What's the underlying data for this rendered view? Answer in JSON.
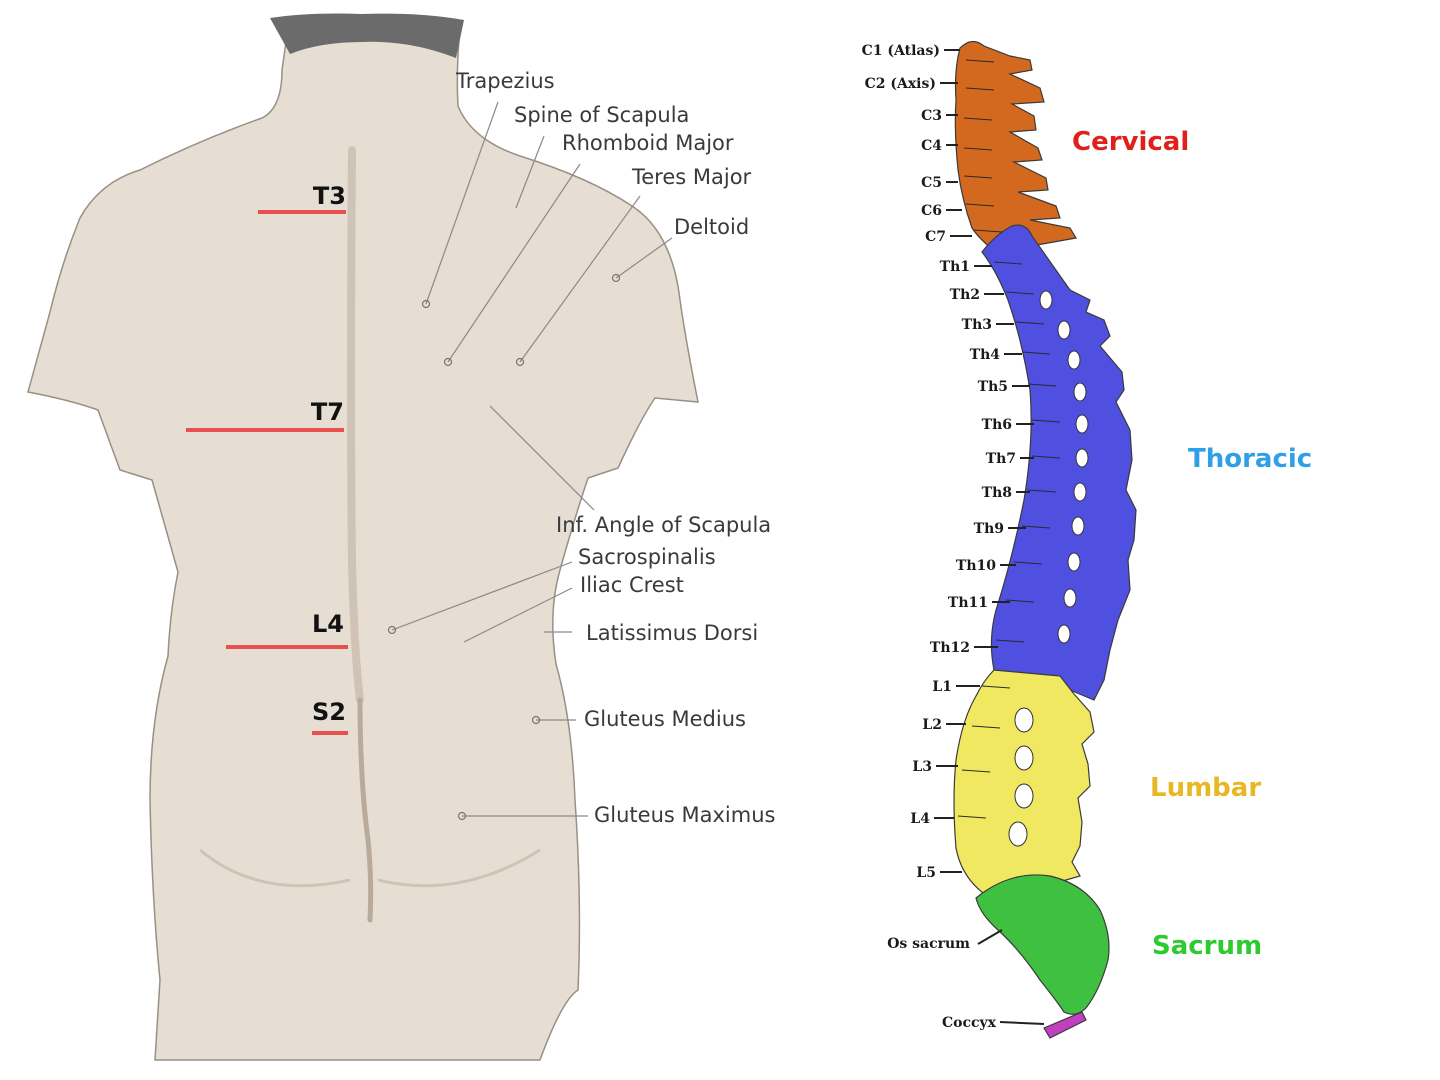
{
  "colors": {
    "skin": "#e6ddd3",
    "skin_shadow": "#cfc3b6",
    "hair": "#6b6b6b",
    "level_line": "#e8504f",
    "cervical": "#d2691e",
    "thoracic": "#5050e0",
    "lumbar": "#f0e860",
    "sacrum": "#40c040",
    "coccyx": "#c040c0",
    "cervical_label": "#e0201a",
    "thoracic_label": "#2fa0e8",
    "lumbar_label": "#e8b824",
    "sacrum_label": "#2ecb30"
  },
  "back": {
    "levels": [
      {
        "label": "T3"
      },
      {
        "label": "T7"
      },
      {
        "label": "L4"
      },
      {
        "label": "S2"
      }
    ],
    "muscles": [
      {
        "label": "Trapezius"
      },
      {
        "label": "Spine of Scapula"
      },
      {
        "label": "Rhomboid Major"
      },
      {
        "label": "Teres Major"
      },
      {
        "label": "Deltoid"
      },
      {
        "label": "Inf. Angle of Scapula"
      },
      {
        "label": "Sacrospinalis"
      },
      {
        "label": "Iliac Crest"
      },
      {
        "label": "Latissimus Dorsi"
      },
      {
        "label": "Gluteus Medius"
      },
      {
        "label": "Gluteus Maximus"
      }
    ]
  },
  "spine": {
    "vertebrae": [
      {
        "label": "C1 (Atlas)"
      },
      {
        "label": "C2 (Axis)"
      },
      {
        "label": "C3"
      },
      {
        "label": "C4"
      },
      {
        "label": "C5"
      },
      {
        "label": "C6"
      },
      {
        "label": "C7"
      },
      {
        "label": "Th1"
      },
      {
        "label": "Th2"
      },
      {
        "label": "Th3"
      },
      {
        "label": "Th4"
      },
      {
        "label": "Th5"
      },
      {
        "label": "Th6"
      },
      {
        "label": "Th7"
      },
      {
        "label": "Th8"
      },
      {
        "label": "Th9"
      },
      {
        "label": "Th10"
      },
      {
        "label": "Th11"
      },
      {
        "label": "Th12"
      },
      {
        "label": "L1"
      },
      {
        "label": "L2"
      },
      {
        "label": "L3"
      },
      {
        "label": "L4"
      },
      {
        "label": "L5"
      },
      {
        "label": "Os sacrum"
      },
      {
        "label": "Coccyx"
      }
    ],
    "regions": [
      {
        "label": "Cervical"
      },
      {
        "label": "Thoracic"
      },
      {
        "label": "Lumbar"
      },
      {
        "label": "Sacrum"
      }
    ]
  }
}
